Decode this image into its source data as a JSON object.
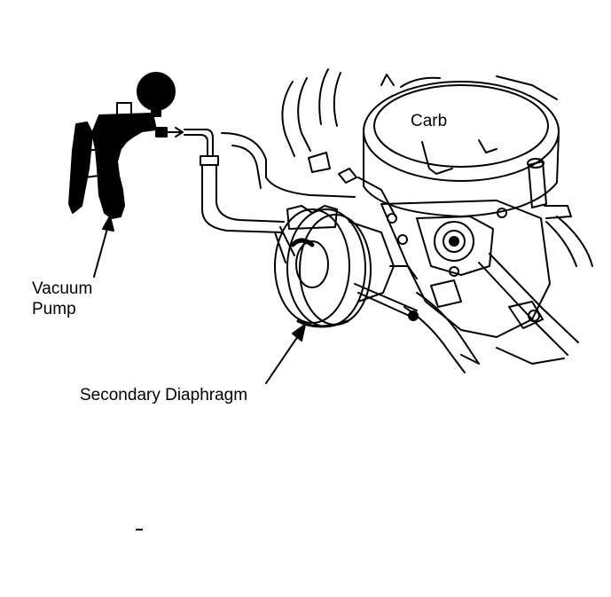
{
  "labels": {
    "carb": "Carb",
    "vacuum_line1": "Vacuum",
    "vacuum_line2": "Pump",
    "secondary_diaphragm": "Secondary Diaphragm"
  },
  "colors": {
    "ink": "#000000",
    "paper": "#ffffff"
  }
}
